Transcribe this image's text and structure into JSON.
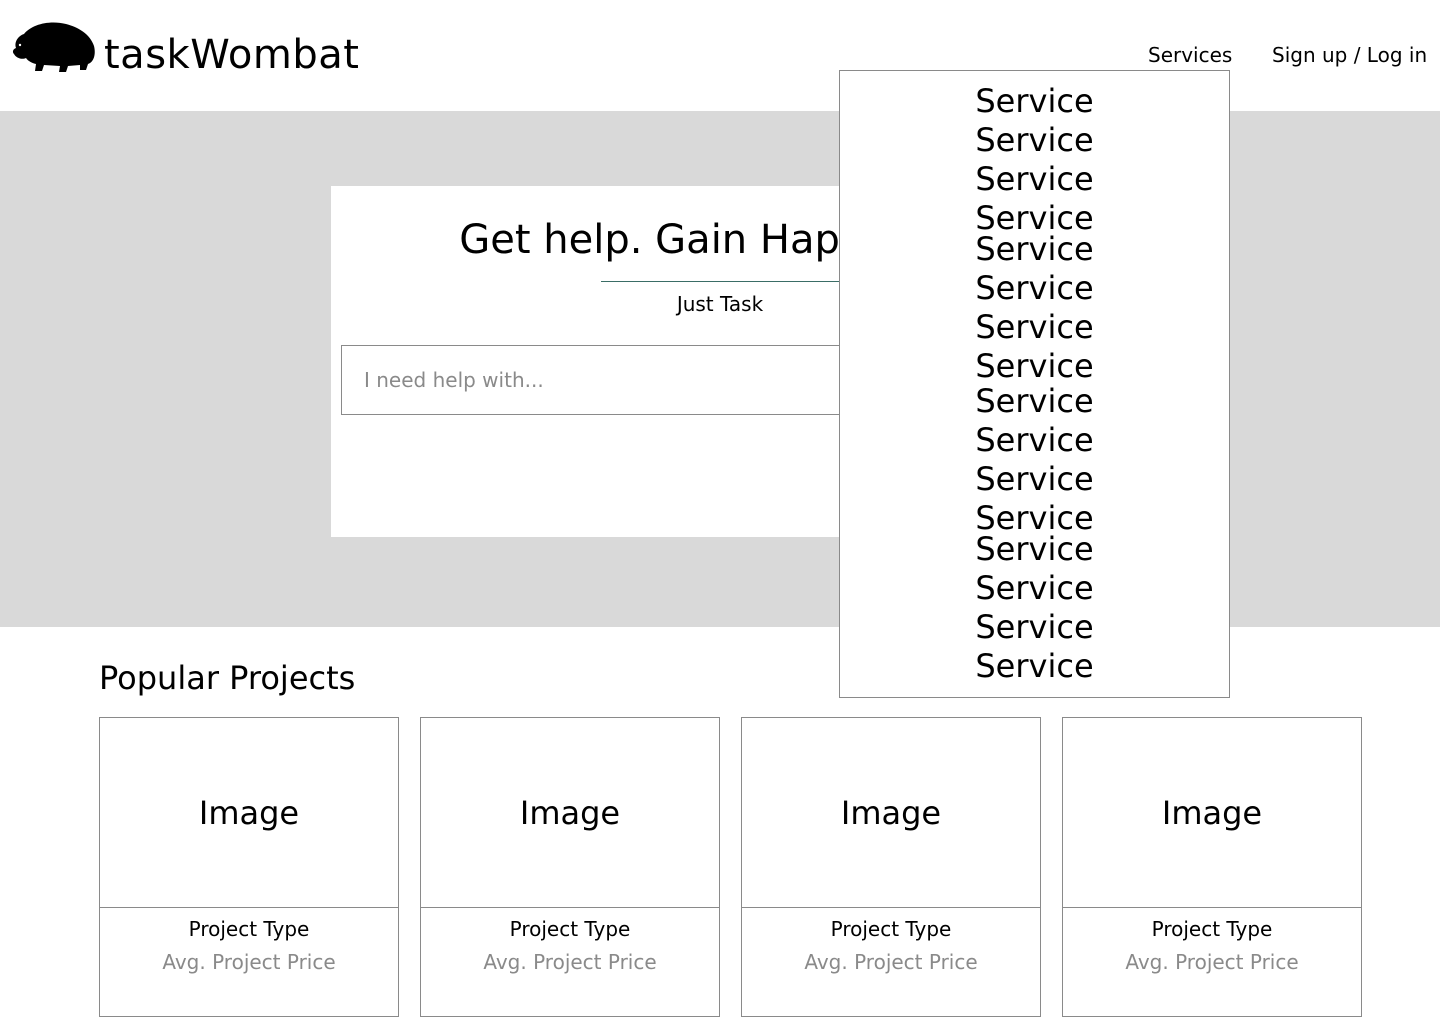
{
  "header": {
    "brand": "taskWombat",
    "nav": {
      "services": "Services",
      "auth": "Sign up / Log in"
    }
  },
  "hero": {
    "title": "Get help. Gain Happiness.",
    "subtitle": "Just Task",
    "search": {
      "placeholder": "I need help with...",
      "value": ""
    }
  },
  "popular": {
    "title": "Popular Projects",
    "cards": [
      {
        "image": "Image",
        "type": "Project Type",
        "price": "Avg. Project Price"
      },
      {
        "image": "Image",
        "type": "Project Type",
        "price": "Avg. Project Price"
      },
      {
        "image": "Image",
        "type": "Project Type",
        "price": "Avg. Project Price"
      },
      {
        "image": "Image",
        "type": "Project Type",
        "price": "Avg. Project Price"
      }
    ]
  },
  "services_dropdown": {
    "items": [
      "Service",
      "Service",
      "Service",
      "Service",
      "Service",
      "Service",
      "Service",
      "Service",
      "Service",
      "Service",
      "Service",
      "Service",
      "Service",
      "Service",
      "Service",
      "Service"
    ]
  },
  "colors": {
    "hero_background": "#d9d9d9",
    "border": "#8a8a8a",
    "muted_text": "#8a8a8a",
    "accent_rule": "#3a6d66"
  }
}
